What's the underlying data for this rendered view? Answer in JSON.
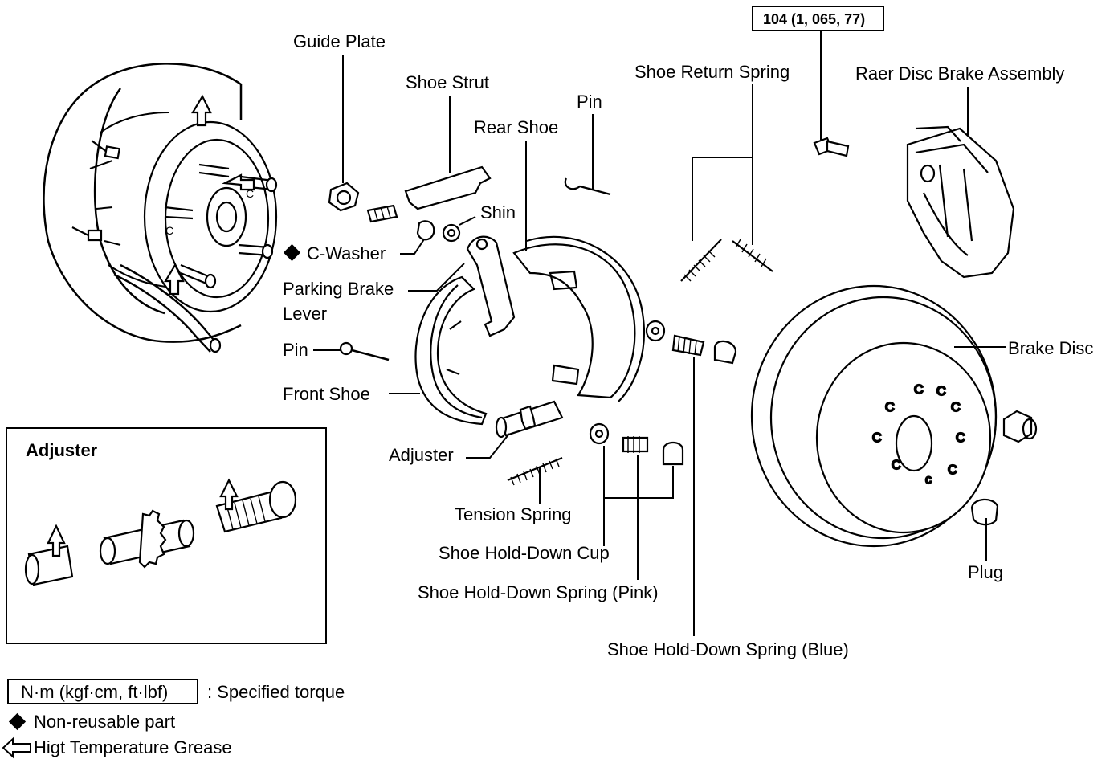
{
  "labels": {
    "guide_plate": "Guide Plate",
    "shoe_strut": "Shoe Strut",
    "pin_top": "Pin",
    "rear_shoe": "Rear Shoe",
    "shin": "Shin",
    "c_washer": "C-Washer",
    "parking_brake_lever_1": "Parking Brake",
    "parking_brake_lever_2": "Lever",
    "pin_mid": "Pin",
    "front_shoe": "Front Shoe",
    "adjuster": "Adjuster",
    "tension_spring": "Tension Spring",
    "shoe_hold_down_cup": "Shoe Hold-Down Cup",
    "shoe_hold_down_spring_pink": "Shoe Hold-Down Spring (Pink)",
    "shoe_hold_down_spring_blue": "Shoe Hold-Down Spring (Blue)",
    "shoe_return_spring": "Shoe Return Spring",
    "torque_value": "104 (1, 065, 77)",
    "rear_disc_brake_assembly": "Raer Disc Brake Assembly",
    "brake_disc": "Brake Disc",
    "plug": "Plug"
  },
  "inset": {
    "title": "Adjuster"
  },
  "legend": {
    "torque_box": "N·m (kgf·cm, ft·lbf)",
    "torque_desc": ": Specified torque",
    "non_reusable": "Non-reusable part",
    "grease": "Higt Temperature Grease"
  },
  "icons": {
    "non_reusable_marker": "diamond-icon",
    "grease_marker": "hollow-arrow-icon"
  },
  "colors": {
    "ink": "#000000",
    "paper": "#ffffff"
  }
}
